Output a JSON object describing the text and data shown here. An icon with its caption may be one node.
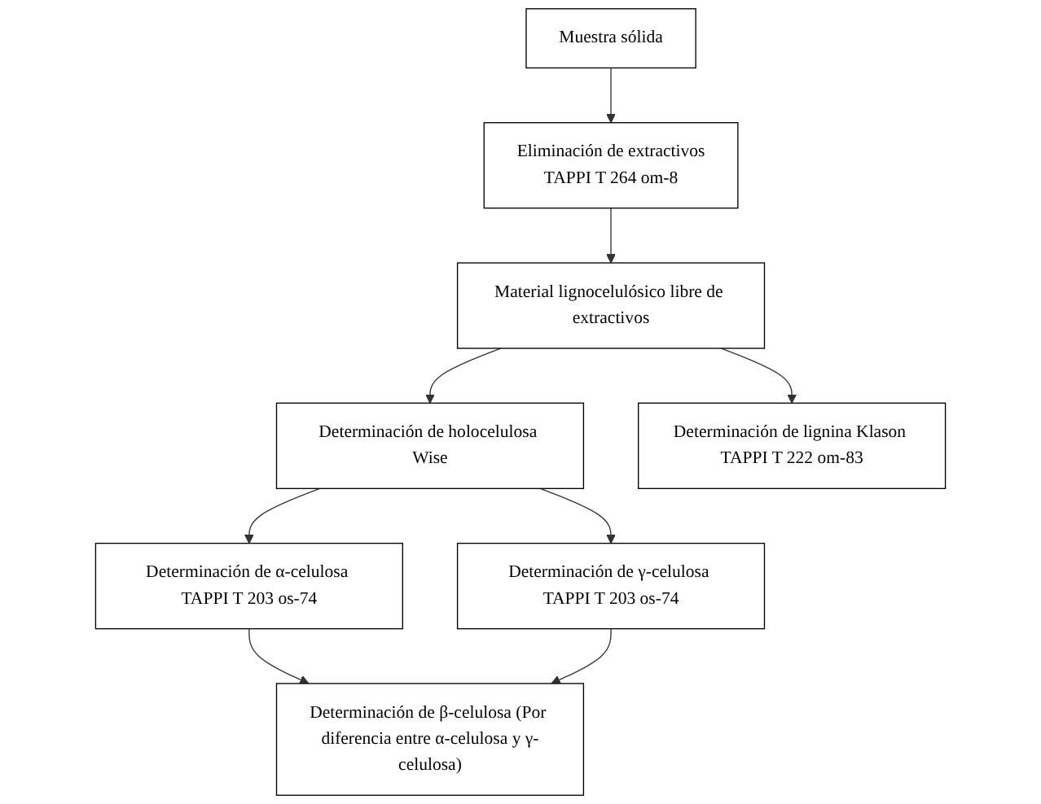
{
  "diagram": {
    "nodes": [
      {
        "text": [
          "Muestra sólida"
        ]
      },
      {
        "text": [
          "Eliminación de extractivos",
          "TAPPI T 264 om-8"
        ]
      },
      {
        "text": [
          "Material lignocelulósico libre de extractivos"
        ]
      },
      {
        "text": [
          "Determinación de holocelulosa Wise"
        ]
      },
      {
        "text": [
          "Determinación de lignina Klason TAPPI T 222 om-83"
        ]
      },
      {
        "text": [
          "Determinación de α-celulosa TAPPI T 203 os-74"
        ]
      },
      {
        "text": [
          "Determinación de γ-celulosa TAPPI T 203 os-74"
        ]
      },
      {
        "text": [
          "Determinación de β-celulosa (Por diferencia entre α-celulosa y γ-celulosa)"
        ]
      }
    ],
    "edges": [
      {
        "from": 0,
        "to": 1,
        "arrow": "to"
      },
      {
        "from": 1,
        "to": 2,
        "arrow": "to"
      },
      {
        "from": 2,
        "to": 3,
        "arrow": "to"
      },
      {
        "from": 2,
        "to": 4,
        "arrow": "to"
      },
      {
        "from": 3,
        "to": 5,
        "arrow": "to"
      },
      {
        "from": 3,
        "to": 6,
        "arrow": "to"
      },
      {
        "from": 5,
        "to": 7,
        "arrow": "to"
      },
      {
        "from": 6,
        "to": 7,
        "arrow": "to"
      }
    ]
  }
}
